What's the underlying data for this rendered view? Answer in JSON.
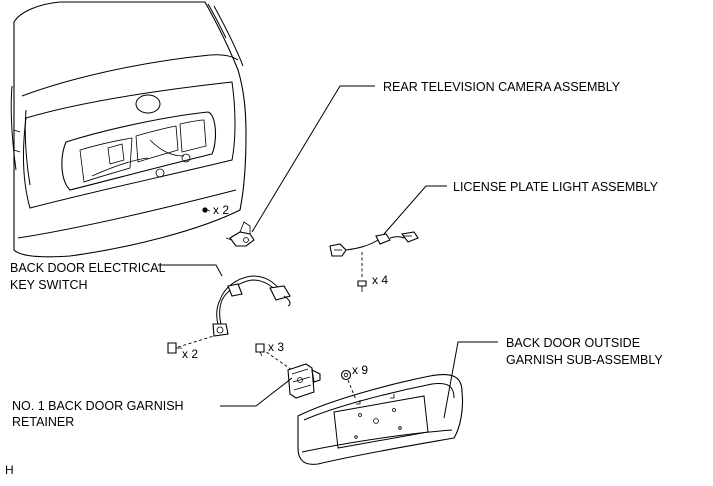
{
  "labels": {
    "camera": "REAR TELEVISION CAMERA ASSEMBLY",
    "license_light": "LICENSE PLATE LIGHT ASSEMBLY",
    "key_switch_1": "BACK DOOR ELECTRICAL",
    "key_switch_2": "KEY SWITCH",
    "garnish_1": "BACK DOOR OUTSIDE",
    "garnish_2": "GARNISH SUB-ASSEMBLY",
    "retainer_1": "NO. 1 BACK DOOR GARNISH",
    "retainer_2": "RETAINER"
  },
  "quantities": {
    "camera_screw": "x 2",
    "light_screw": "x 4",
    "switch_screw": "x 2",
    "retainer_screw": "x 3",
    "garnish_nut": "x 9"
  },
  "corner_mark": "H"
}
